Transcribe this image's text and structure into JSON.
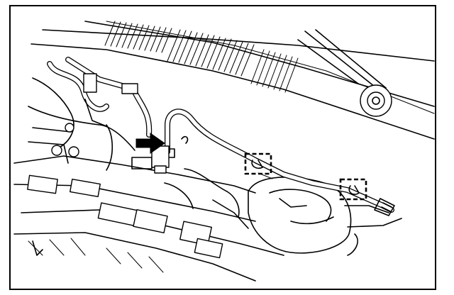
{
  "figure": {
    "colors": {
      "ink": "#000000",
      "paper": "#ffffff"
    },
    "callouts": [
      {
        "name": "arrow-pointer",
        "shape": "solid-arrow"
      },
      {
        "name": "clip-marker-1",
        "shape": "dashed-square"
      },
      {
        "name": "clip-marker-2",
        "shape": "dashed-square"
      }
    ]
  }
}
